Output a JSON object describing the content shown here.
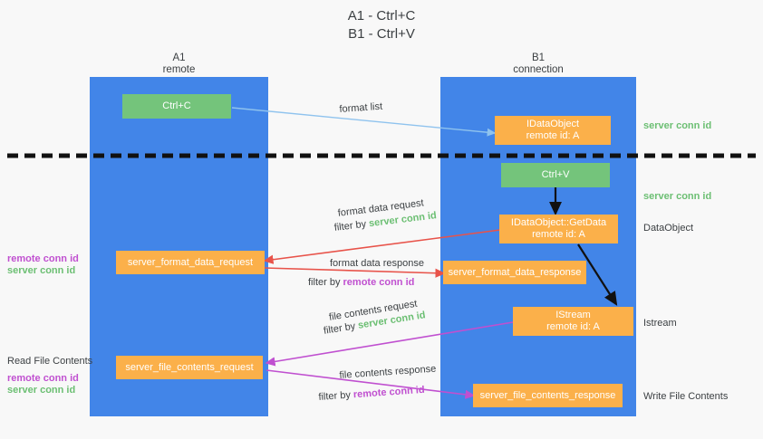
{
  "title": "A1 - Ctrl+C\nB1 - Ctrl+V",
  "lanes": [
    {
      "id": "a1",
      "name": "A1\nremote"
    },
    {
      "id": "b1",
      "name": "B1\nconnection"
    }
  ],
  "nodes": {
    "ctrl_c": "Ctrl+C",
    "ctrl_v": "Ctrl+V",
    "idataobject": "IDataObject\nremote id: A",
    "getdata": "IDataObject::GetData\nremote id: A",
    "istream": "IStream\nremote id: A",
    "server_format_data_request": "server_format_data_request",
    "server_format_data_response": "server_format_data_response",
    "server_file_contents_request": "server_file_contents_request",
    "server_file_contents_response": "server_file_contents_response"
  },
  "edge_labels": {
    "format_list": "format list",
    "format_data_request": "format data request",
    "format_data_request_filter_prefix": "filter by ",
    "format_data_request_filter_value": "server conn id",
    "format_data_response": "format data response",
    "format_data_response_filter_prefix": "filter by ",
    "format_data_response_filter_value": "remote conn id",
    "file_contents_request": "file contents request",
    "file_contents_request_filter_prefix": "filter by ",
    "file_contents_request_filter_value": "server conn id",
    "file_contents_response": "file contents response",
    "file_contents_response_filter_prefix": "filter by ",
    "file_contents_response_filter_value": "remote conn id"
  },
  "right_notes": {
    "server_conn_id_top": "server conn id",
    "server_conn_id_mid": "server conn id",
    "dataobject": "DataObject",
    "istream": "Istream",
    "write_file_contents": "Write File Contents"
  },
  "left_notes": {
    "conn_ids_remote_1": "remote conn id",
    "conn_ids_server_1": "server conn id",
    "read_file_contents": "Read File Contents",
    "conn_ids_remote_2": "remote conn id",
    "conn_ids_server_2": "server conn id"
  },
  "colors": {
    "lane": "#4285e8",
    "node_orange": "#fbb04a",
    "node_green": "#74c47b",
    "green_text": "#6cbf73",
    "magenta_text": "#c050d0",
    "red_arrow": "#e8534a",
    "magenta_arrow": "#c050d0",
    "light_blue_arrow": "#8fc3ee",
    "divider": "#111111"
  }
}
